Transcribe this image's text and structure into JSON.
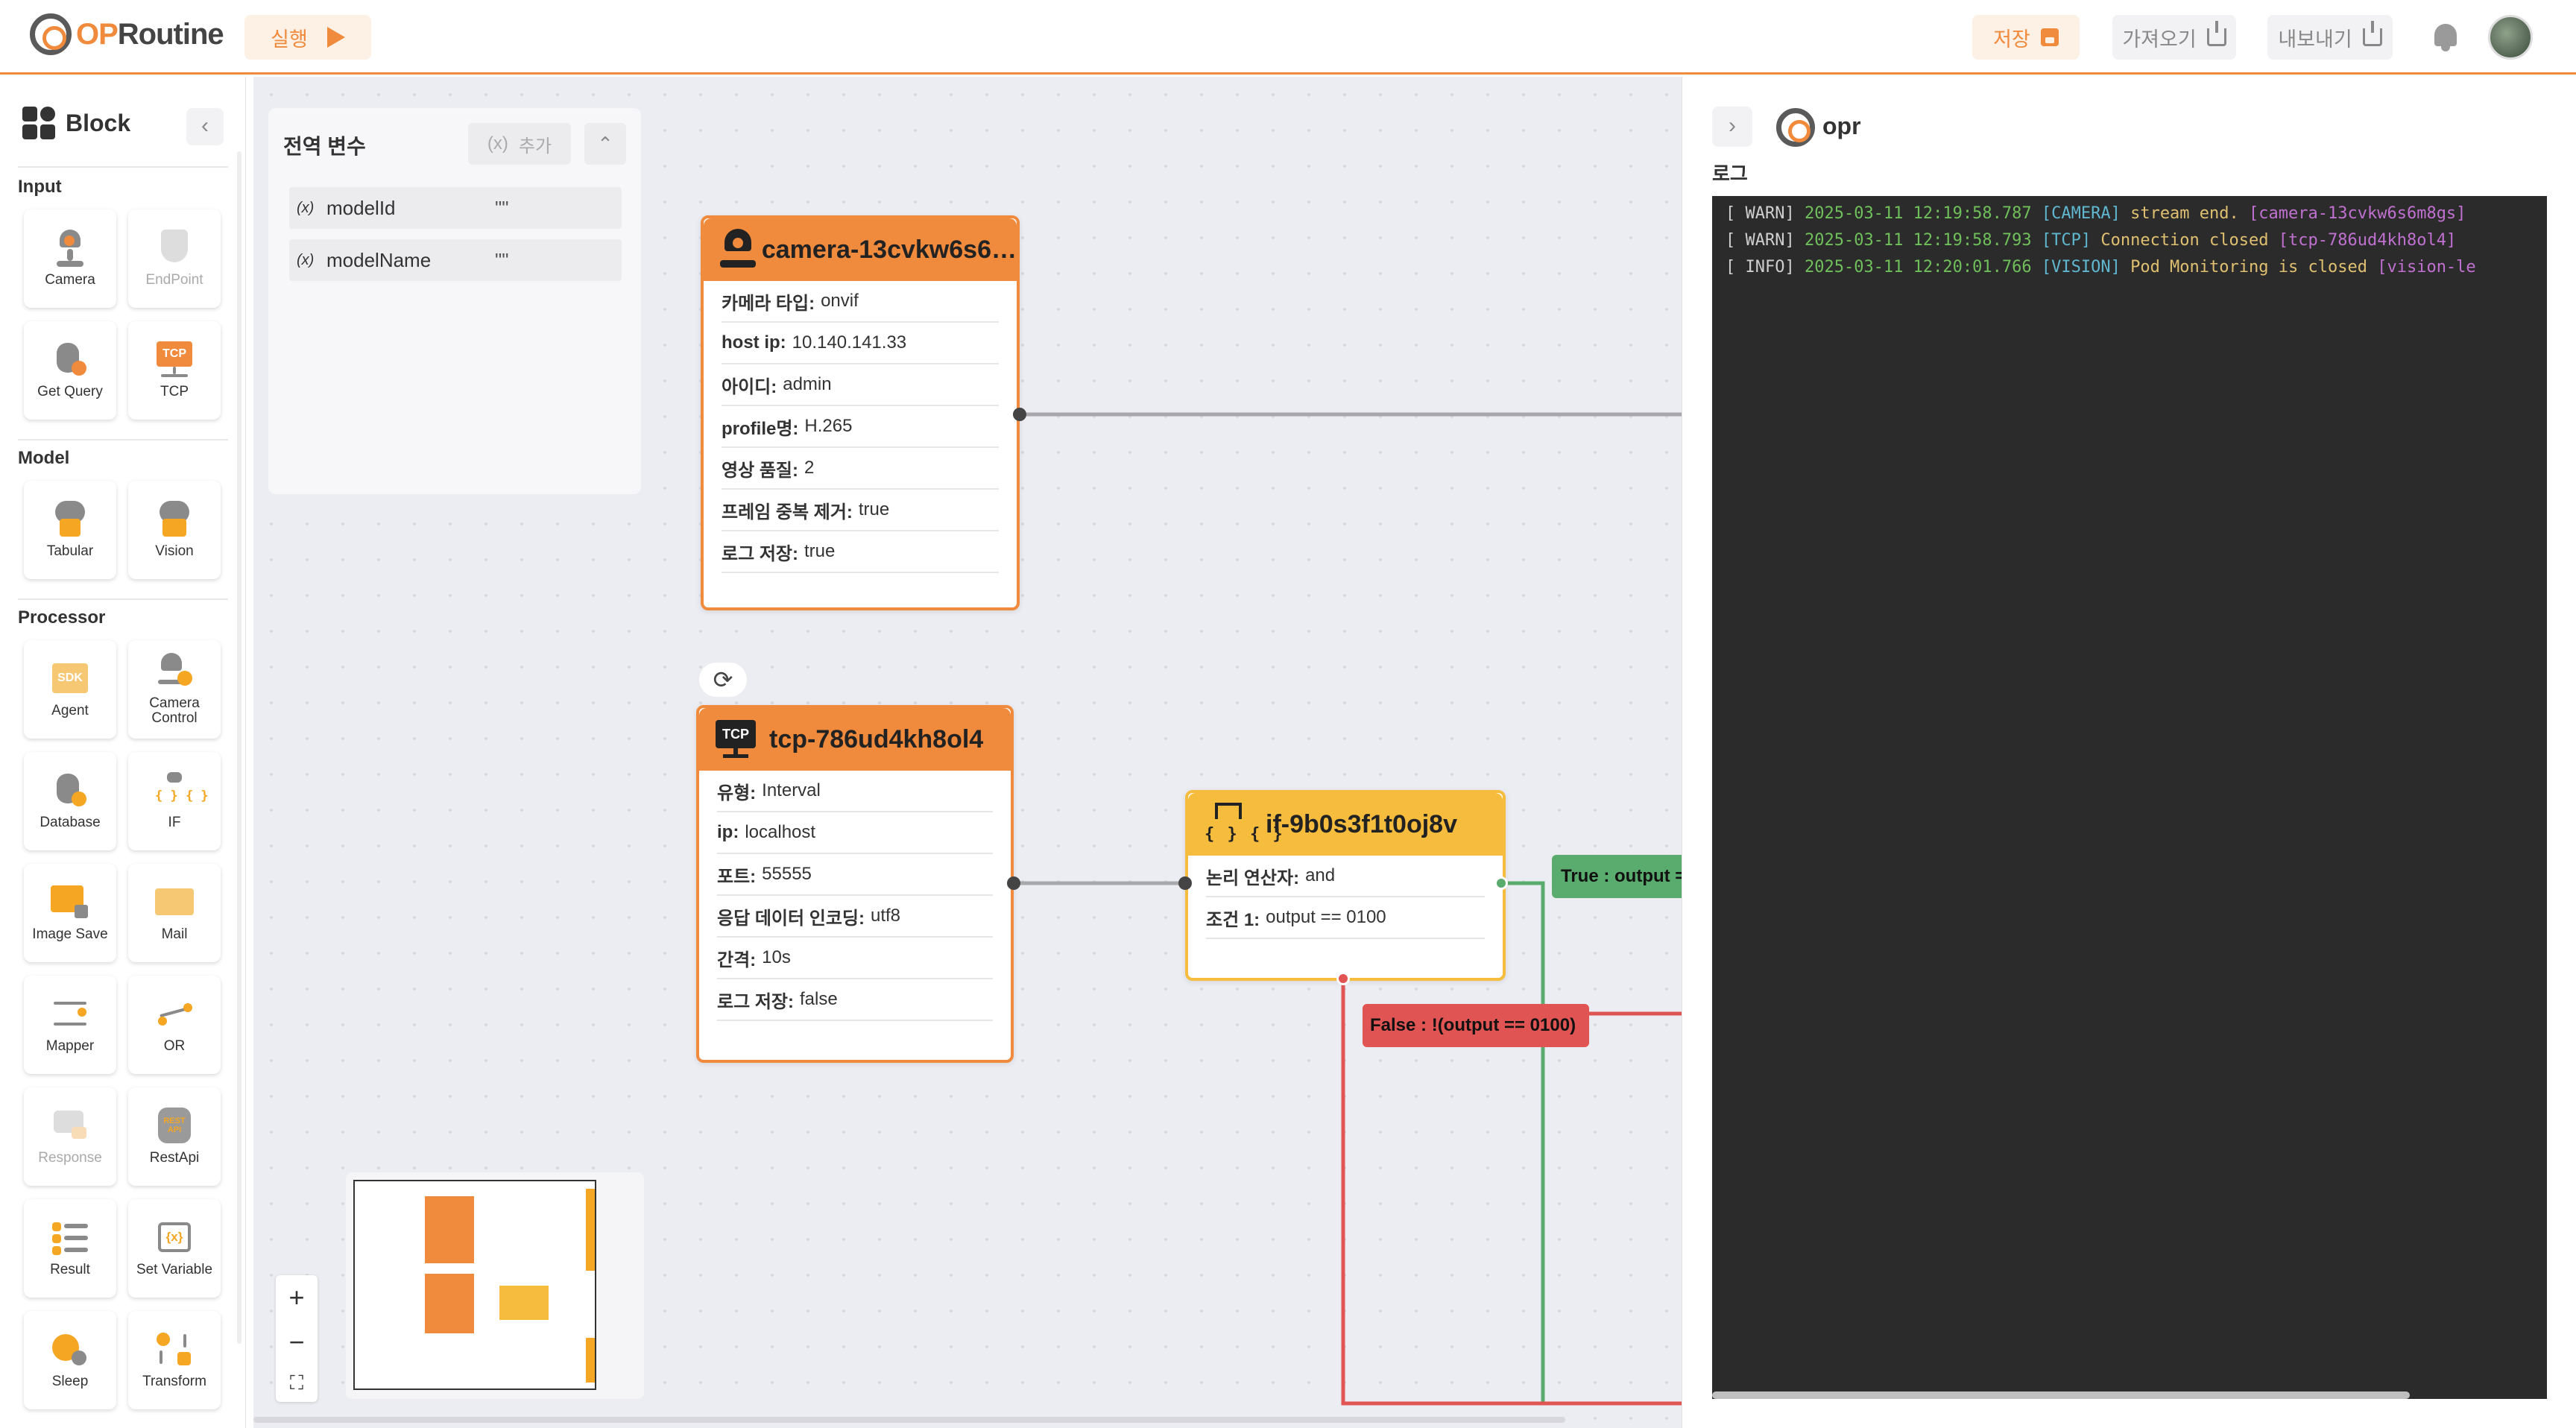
{
  "header": {
    "logo_op": "OP",
    "logo_routine": "Routine",
    "run_label": "실행",
    "save_label": "저장",
    "import_label": "가져오기",
    "export_label": "내보내기"
  },
  "block_panel": {
    "title": "Block",
    "sections": {
      "input": "Input",
      "model": "Model",
      "processor": "Processor"
    },
    "blocks": {
      "camera": "Camera",
      "endpoint": "EndPoint",
      "get_query": "Get Query",
      "tcp": "TCP",
      "tabular": "Tabular",
      "vision": "Vision",
      "agent": "Agent",
      "camera_control_1": "Camera",
      "camera_control_2": "Control",
      "database": "Database",
      "if": "IF",
      "image_save": "Image Save",
      "mail": "Mail",
      "mapper": "Mapper",
      "or": "OR",
      "response": "Response",
      "restapi": "RestApi",
      "result": "Result",
      "set_variable": "Set Variable",
      "sleep": "Sleep",
      "transform": "Transform"
    },
    "icon_text": {
      "sdk": "SDK",
      "tcp": "TCP",
      "if": "{ } { }",
      "restapi": "REST API",
      "setvar": "{x}"
    }
  },
  "globals": {
    "title": "전역 변수",
    "add_label": "추가",
    "add_icon": "(x)",
    "vars": [
      {
        "icon": "(x)",
        "name": "modelId",
        "value": "\"\""
      },
      {
        "icon": "(x)",
        "name": "modelName",
        "value": "\"\""
      }
    ]
  },
  "nodes": {
    "camera": {
      "title": "camera-13cvkw6s6…",
      "rows": [
        {
          "k": "카메라 타입:",
          "v": "onvif"
        },
        {
          "k": "host ip:",
          "v": "10.140.141.33"
        },
        {
          "k": "아이디:",
          "v": "admin"
        },
        {
          "k": "profile명:",
          "v": "H.265"
        },
        {
          "k": "영상 품질:",
          "v": "2"
        },
        {
          "k": "프레임 중복 제거:",
          "v": "true"
        },
        {
          "k": "로그 저장:",
          "v": "true"
        }
      ]
    },
    "tcp": {
      "badge": "TCP",
      "title": "tcp-786ud4kh8ol4",
      "rows": [
        {
          "k": "유형:",
          "v": "Interval"
        },
        {
          "k": "ip:",
          "v": "localhost"
        },
        {
          "k": "포트:",
          "v": "55555"
        },
        {
          "k": "응답 데이터 인코딩:",
          "v": "utf8"
        },
        {
          "k": "간격:",
          "v": "10s"
        },
        {
          "k": "로그 저장:",
          "v": "false"
        }
      ]
    },
    "if": {
      "badge": "{ } { }",
      "title": "if-9b0s3f1t0oj8v",
      "rows": [
        {
          "k": "논리 연산자:",
          "v": "and"
        },
        {
          "k": "조건 1:",
          "v": "output == 0100"
        }
      ]
    }
  },
  "edges": {
    "true_label": "True : output ==",
    "false_label": "False : !(output == 0100)"
  },
  "zoom": {
    "plus": "+",
    "minus": "−",
    "fit": "⛶"
  },
  "log_panel": {
    "title": "opr",
    "subtitle": "로그",
    "lines": [
      {
        "lvl": "[ WARN]",
        "ts": "2025-03-11 12:19:58.787",
        "src": "[CAMERA]",
        "msg": "stream end.",
        "id": "[camera-13cvkw6s6m8gs]"
      },
      {
        "lvl": "[ WARN]",
        "ts": "2025-03-11 12:19:58.793",
        "src": "[TCP]",
        "msg": "Connection closed",
        "id": "[tcp-786ud4kh8ol4]"
      },
      {
        "lvl": "[ INFO]",
        "ts": "2025-03-11 12:20:01.766",
        "src": "[VISION]",
        "msg": "Pod Monitoring is closed",
        "id": "[vision-le"
      }
    ]
  },
  "colors": {
    "accent": "#f08a3c",
    "if_node": "#f5bc3d",
    "true_edge": "#5aab6e",
    "false_edge": "#e05454",
    "log_bg": "#2b2b2b"
  }
}
